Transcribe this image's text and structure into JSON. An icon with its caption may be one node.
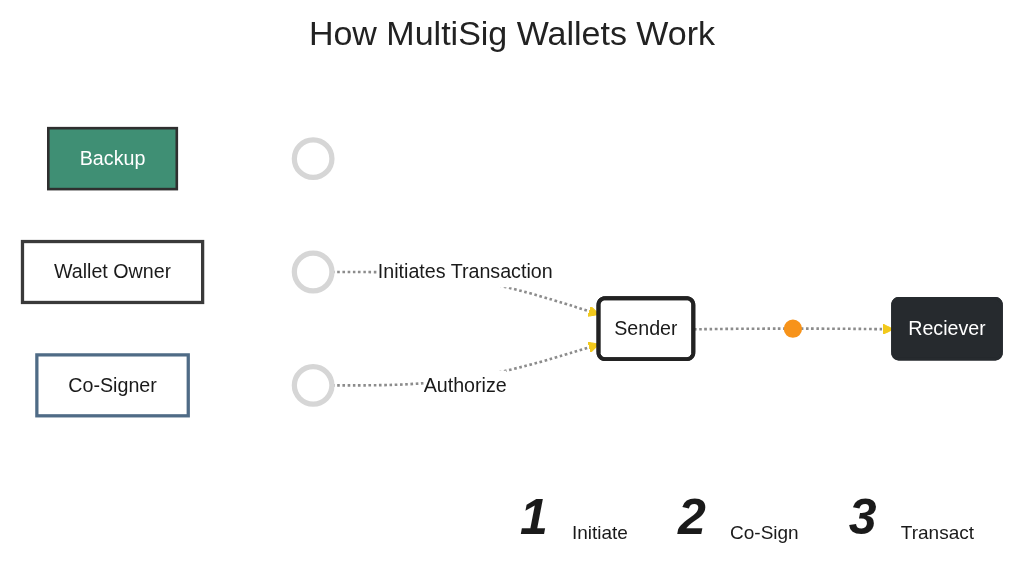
{
  "diagram": {
    "title": "How MultiSig Wallets Work",
    "nodes": [
      {
        "text": [
          "Backup"
        ]
      },
      {
        "text": [],
        "shape": "circle"
      },
      {
        "text": [
          "Wallet Owner"
        ]
      },
      {
        "text": [],
        "shape": "circle"
      },
      {
        "text": [
          "Co-Signer"
        ]
      },
      {
        "text": [],
        "shape": "circle"
      },
      {
        "text": [
          "Sender"
        ]
      },
      {
        "text": [],
        "shape": "circle"
      },
      {
        "text": [
          "Reciever"
        ]
      }
    ],
    "edges": [
      {
        "from": 3,
        "to": 6,
        "arrow": "to",
        "label": "Initiates Transaction",
        "style": "dashed"
      },
      {
        "from": 5,
        "to": 6,
        "arrow": "to",
        "label": "Authorize",
        "style": "dashed"
      },
      {
        "from": 6,
        "to": 7,
        "arrow": "none",
        "style": "dashed"
      },
      {
        "from": 7,
        "to": 8,
        "arrow": "to",
        "style": "dashed"
      }
    ],
    "labels": [
      "1",
      "Initiate",
      "2",
      "Co-Sign",
      "3",
      "Transact"
    ]
  }
}
